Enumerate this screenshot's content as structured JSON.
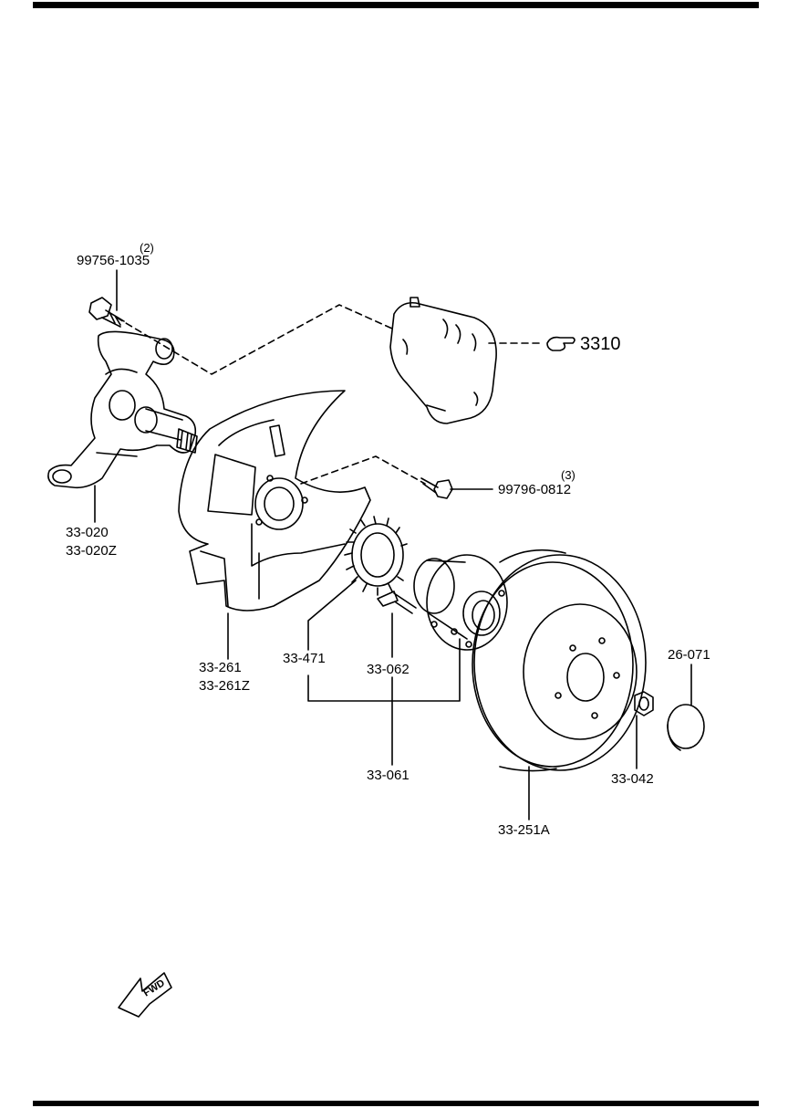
{
  "labels": {
    "bolt_caliper": "99756-1035",
    "bolt_caliper_qty": "(2)",
    "bolt_shield": "99796-0812",
    "bolt_shield_qty": "(3)",
    "caliper_ref": "3310",
    "knuckle_1": "33-020",
    "knuckle_2": "33-020Z",
    "shield_1": "33-261",
    "shield_2": "33-261Z",
    "abs_ring": "33-471",
    "hub_bolt": "33-062",
    "hub": "33-061",
    "rotor": "33-251A",
    "nut": "33-042",
    "cap": "26-071",
    "fwd": "FWD"
  }
}
